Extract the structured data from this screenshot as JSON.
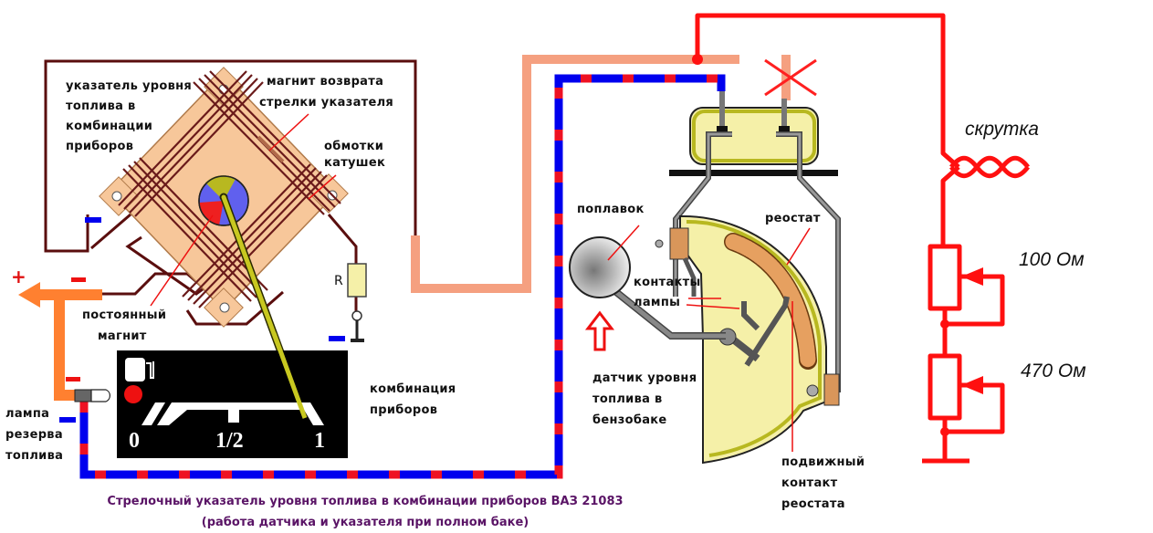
{
  "title": "Стрелочный указатель уровня топлива в комбинации приборов ВАЗ 21083",
  "subtitle": "(работа датчика и указателя при полном баке)",
  "labels": {
    "gauge_line1": "указатель уровня",
    "gauge_line2": "топлива в",
    "gauge_line3": "комбинации",
    "gauge_line4": "приборов",
    "return_magnet_line1": "магнит возврата",
    "return_magnet_line2": "стрелки указателя",
    "coils_line1": "обмотки",
    "coils_line2": "катушек",
    "permanent_magnet_line1": "постоянный",
    "permanent_magnet_line2": "магнит",
    "resistor": "R",
    "lamp_line1": "лампа",
    "lamp_line2": "резерва",
    "lamp_line3": "топлива",
    "cluster_line1": "комбинация",
    "cluster_line2": "приборов",
    "float": "поплавок",
    "rheostat": "реостат",
    "lamp_contacts_line1": "контакты",
    "lamp_contacts_line2": "лампы",
    "sensor_line1": "датчик уровня",
    "sensor_line2": "топлива в",
    "sensor_line3": "бензобаке",
    "wiper_line1": "подвижный",
    "wiper_line2": "контакт",
    "wiper_line3": "реостата",
    "twist": "скрутка",
    "res1": "100 Ом",
    "res2": "470 Ом",
    "plus": "+",
    "minus": "−"
  },
  "gauge_scale": {
    "empty": "0",
    "half": "1/2",
    "full": "1",
    "reading_fraction": 1.0
  },
  "colors": {
    "positive_wire": "#ff8030",
    "signal_wire": "#f5a080",
    "coil_wire": "#5a0e0e",
    "ground_blue": "#0000ee",
    "ground_red": "#ee1122",
    "bypass_wire": "#ff1010",
    "sensor_body": "#f5f0a8",
    "sensor_outline": "#b8b820",
    "caption": "#5a1466"
  }
}
